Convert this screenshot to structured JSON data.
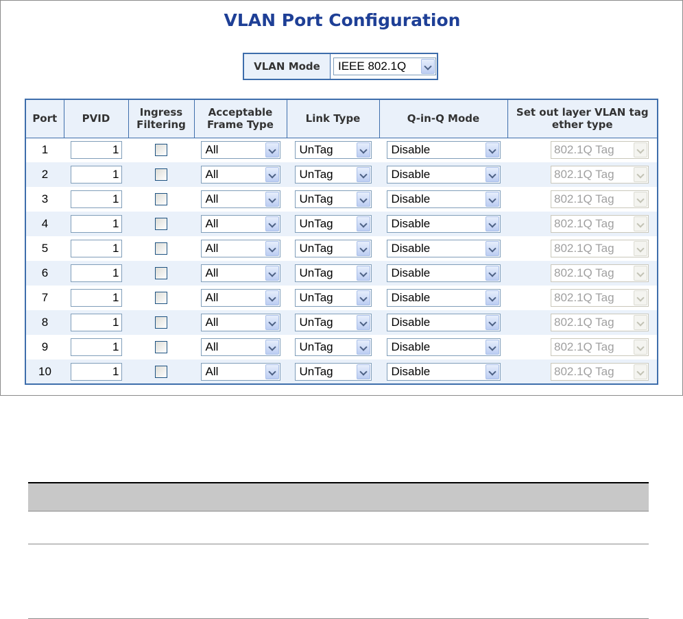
{
  "page": {
    "title": "VLAN Port Configuration"
  },
  "vlan_mode": {
    "label": "VLAN Mode",
    "value": "IEEE 802.1Q"
  },
  "table": {
    "columns": [
      "Port",
      "PVID",
      "Ingress Filtering",
      "Acceptable Frame Type",
      "Link Type",
      "Q-in-Q Mode",
      "Set out layer VLAN tag ether type"
    ],
    "rows": [
      {
        "port": "1",
        "pvid": "1",
        "ingress_filtering": false,
        "frame_type": "All",
        "link_type": "UnTag",
        "qinq_mode": "Disable",
        "ether_type": "802.1Q Tag"
      },
      {
        "port": "2",
        "pvid": "1",
        "ingress_filtering": false,
        "frame_type": "All",
        "link_type": "UnTag",
        "qinq_mode": "Disable",
        "ether_type": "802.1Q Tag"
      },
      {
        "port": "3",
        "pvid": "1",
        "ingress_filtering": false,
        "frame_type": "All",
        "link_type": "UnTag",
        "qinq_mode": "Disable",
        "ether_type": "802.1Q Tag"
      },
      {
        "port": "4",
        "pvid": "1",
        "ingress_filtering": false,
        "frame_type": "All",
        "link_type": "UnTag",
        "qinq_mode": "Disable",
        "ether_type": "802.1Q Tag"
      },
      {
        "port": "5",
        "pvid": "1",
        "ingress_filtering": false,
        "frame_type": "All",
        "link_type": "UnTag",
        "qinq_mode": "Disable",
        "ether_type": "802.1Q Tag"
      },
      {
        "port": "6",
        "pvid": "1",
        "ingress_filtering": false,
        "frame_type": "All",
        "link_type": "UnTag",
        "qinq_mode": "Disable",
        "ether_type": "802.1Q Tag"
      },
      {
        "port": "7",
        "pvid": "1",
        "ingress_filtering": false,
        "frame_type": "All",
        "link_type": "UnTag",
        "qinq_mode": "Disable",
        "ether_type": "802.1Q Tag"
      },
      {
        "port": "8",
        "pvid": "1",
        "ingress_filtering": false,
        "frame_type": "All",
        "link_type": "UnTag",
        "qinq_mode": "Disable",
        "ether_type": "802.1Q Tag"
      },
      {
        "port": "9",
        "pvid": "1",
        "ingress_filtering": false,
        "frame_type": "All",
        "link_type": "UnTag",
        "qinq_mode": "Disable",
        "ether_type": "802.1Q Tag"
      },
      {
        "port": "10",
        "pvid": "1",
        "ingress_filtering": false,
        "frame_type": "All",
        "link_type": "UnTag",
        "qinq_mode": "Disable",
        "ether_type": "802.1Q Tag"
      }
    ]
  },
  "colors": {
    "title": "#1e3f96",
    "border": "#3d6dab",
    "header_bg": "#eaf1fa",
    "row_alt_bg": "#eaf1fa",
    "doc_header_bg": "#c8c8c8"
  },
  "icons": {
    "dropdown": "chevron-down-icon"
  }
}
